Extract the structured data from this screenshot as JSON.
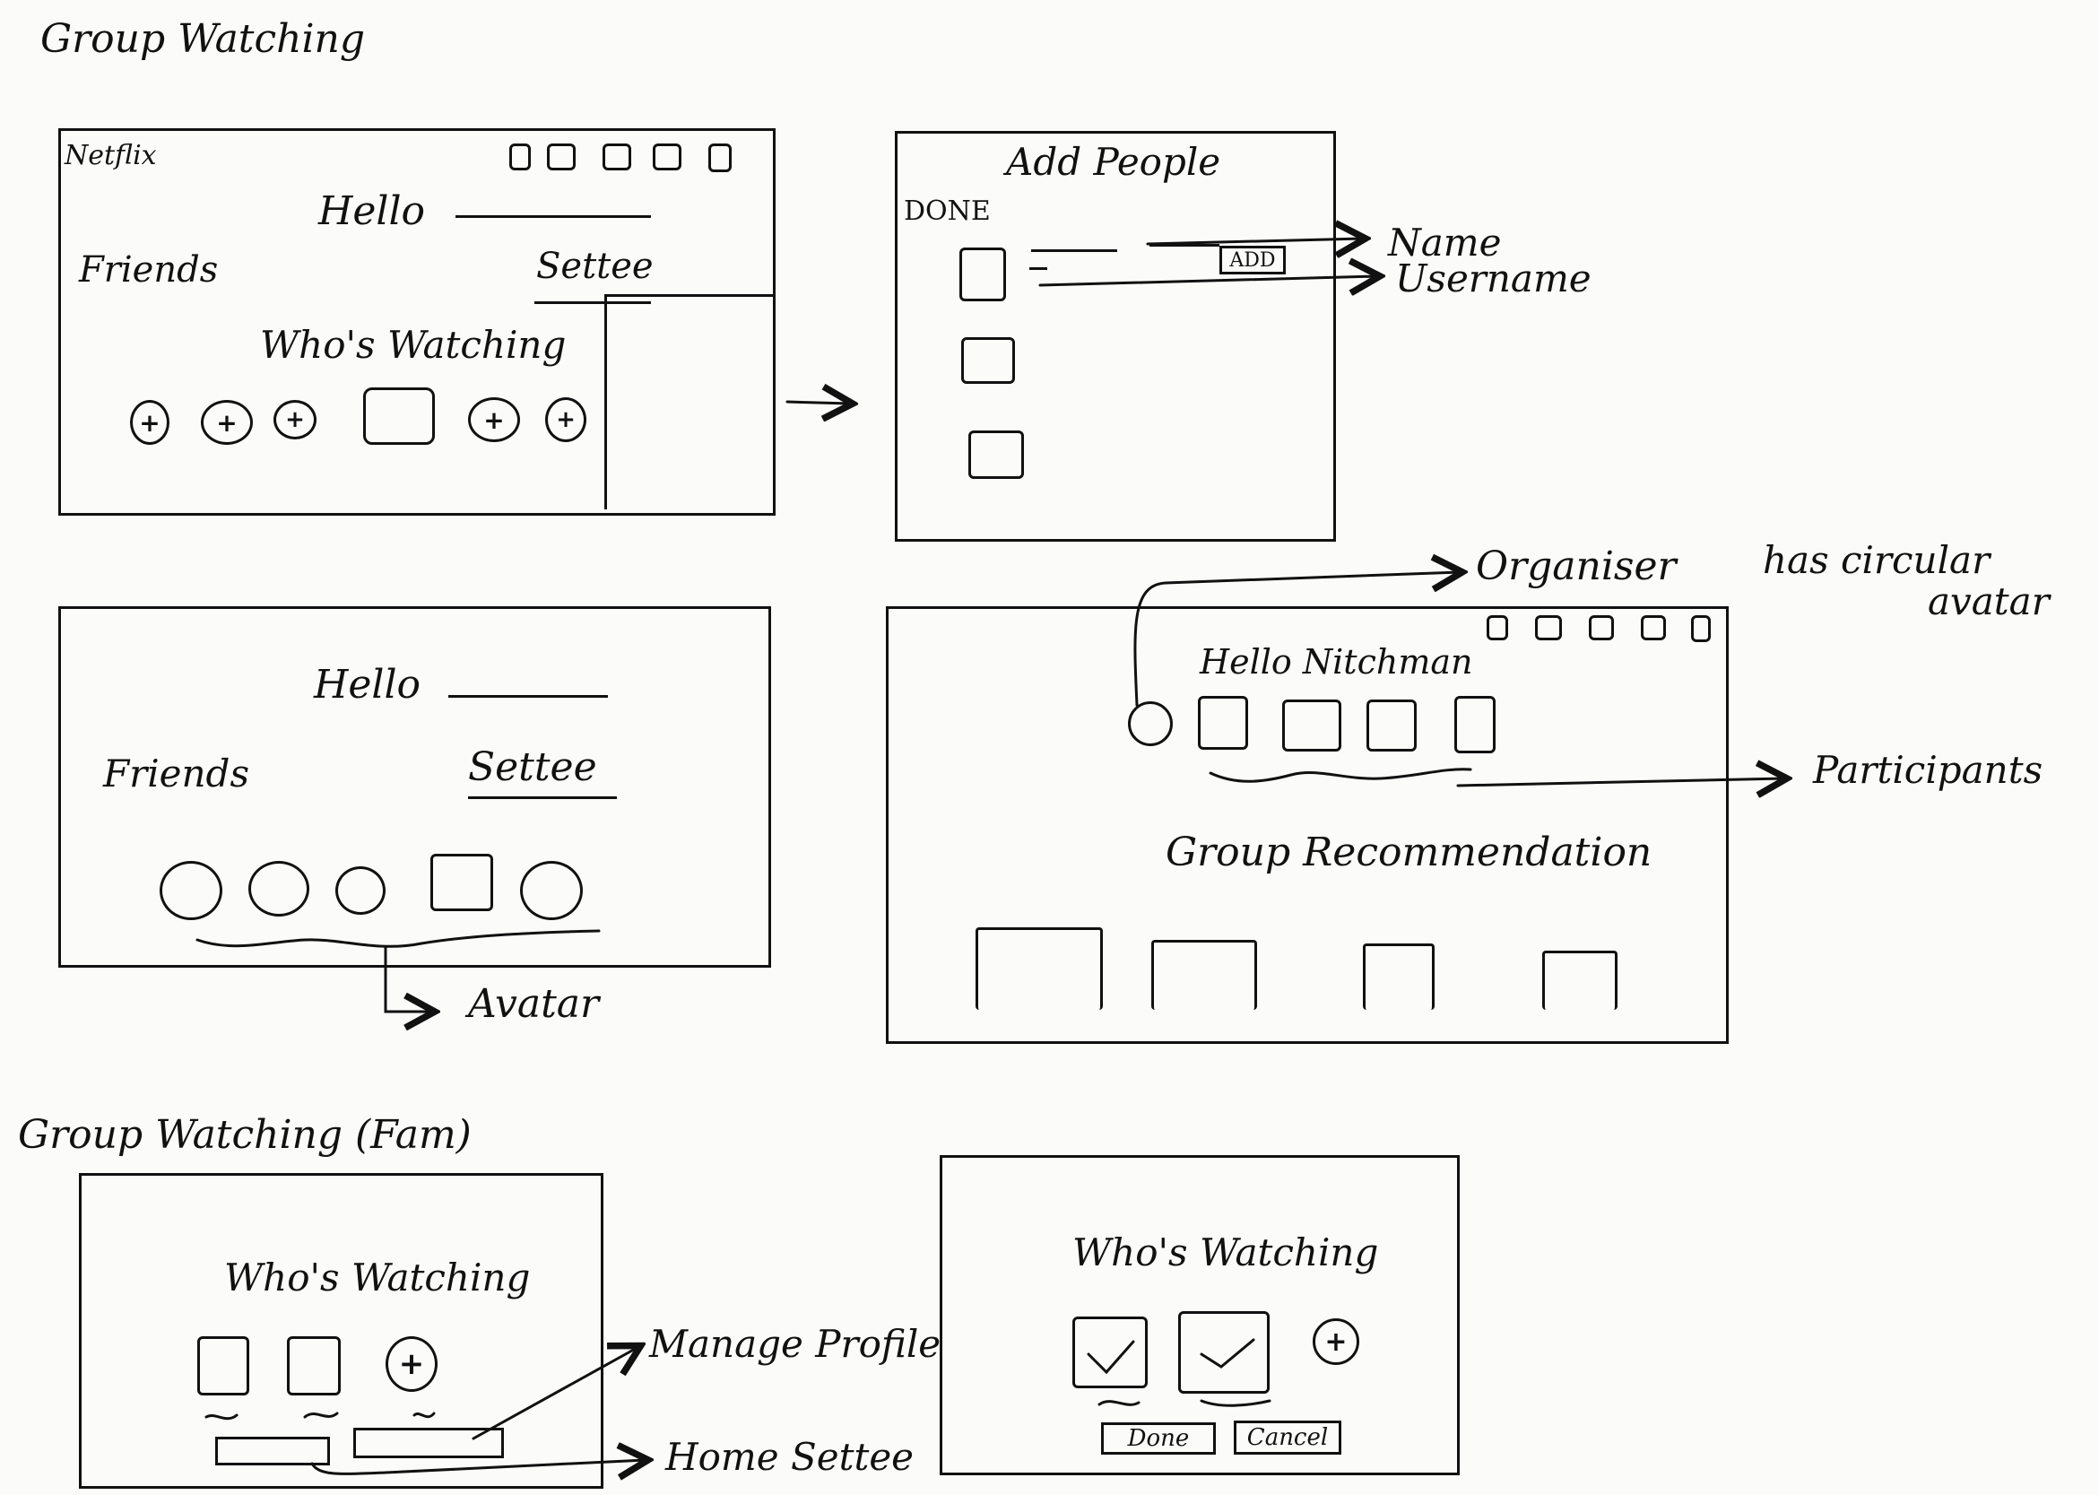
{
  "titles": {
    "main": "Group Watching",
    "fam": "Group Watching (Fam)"
  },
  "screen1": {
    "brand": "Netflix",
    "hello": "Hello",
    "friends": "Friends",
    "settee": "Settee",
    "whos_watching": "Who's Watching",
    "plus": "+"
  },
  "screen2": {
    "title": "Add People",
    "done": "DONE",
    "add": "ADD"
  },
  "screen3": {
    "hello": "Hello",
    "friends": "Friends",
    "settee": "Settee"
  },
  "screen4": {
    "hello": "Hello Nitchman",
    "group_rec": "Group Recommendation"
  },
  "screen5": {
    "whos_watching": "Who's Watching",
    "plus": "+"
  },
  "screen6": {
    "whos_watching": "Who's Watching",
    "plus": "+",
    "done": "Done",
    "cancel": "Cancel"
  },
  "annotations": {
    "name": "Name",
    "username": "Username",
    "organiser": "Organiser",
    "has_circular": "has circular",
    "avatar_note": "avatar",
    "participants": "Participants",
    "avatar": "Avatar",
    "manage_profile": "Manage Profile",
    "home_settee": "Home Settee"
  }
}
